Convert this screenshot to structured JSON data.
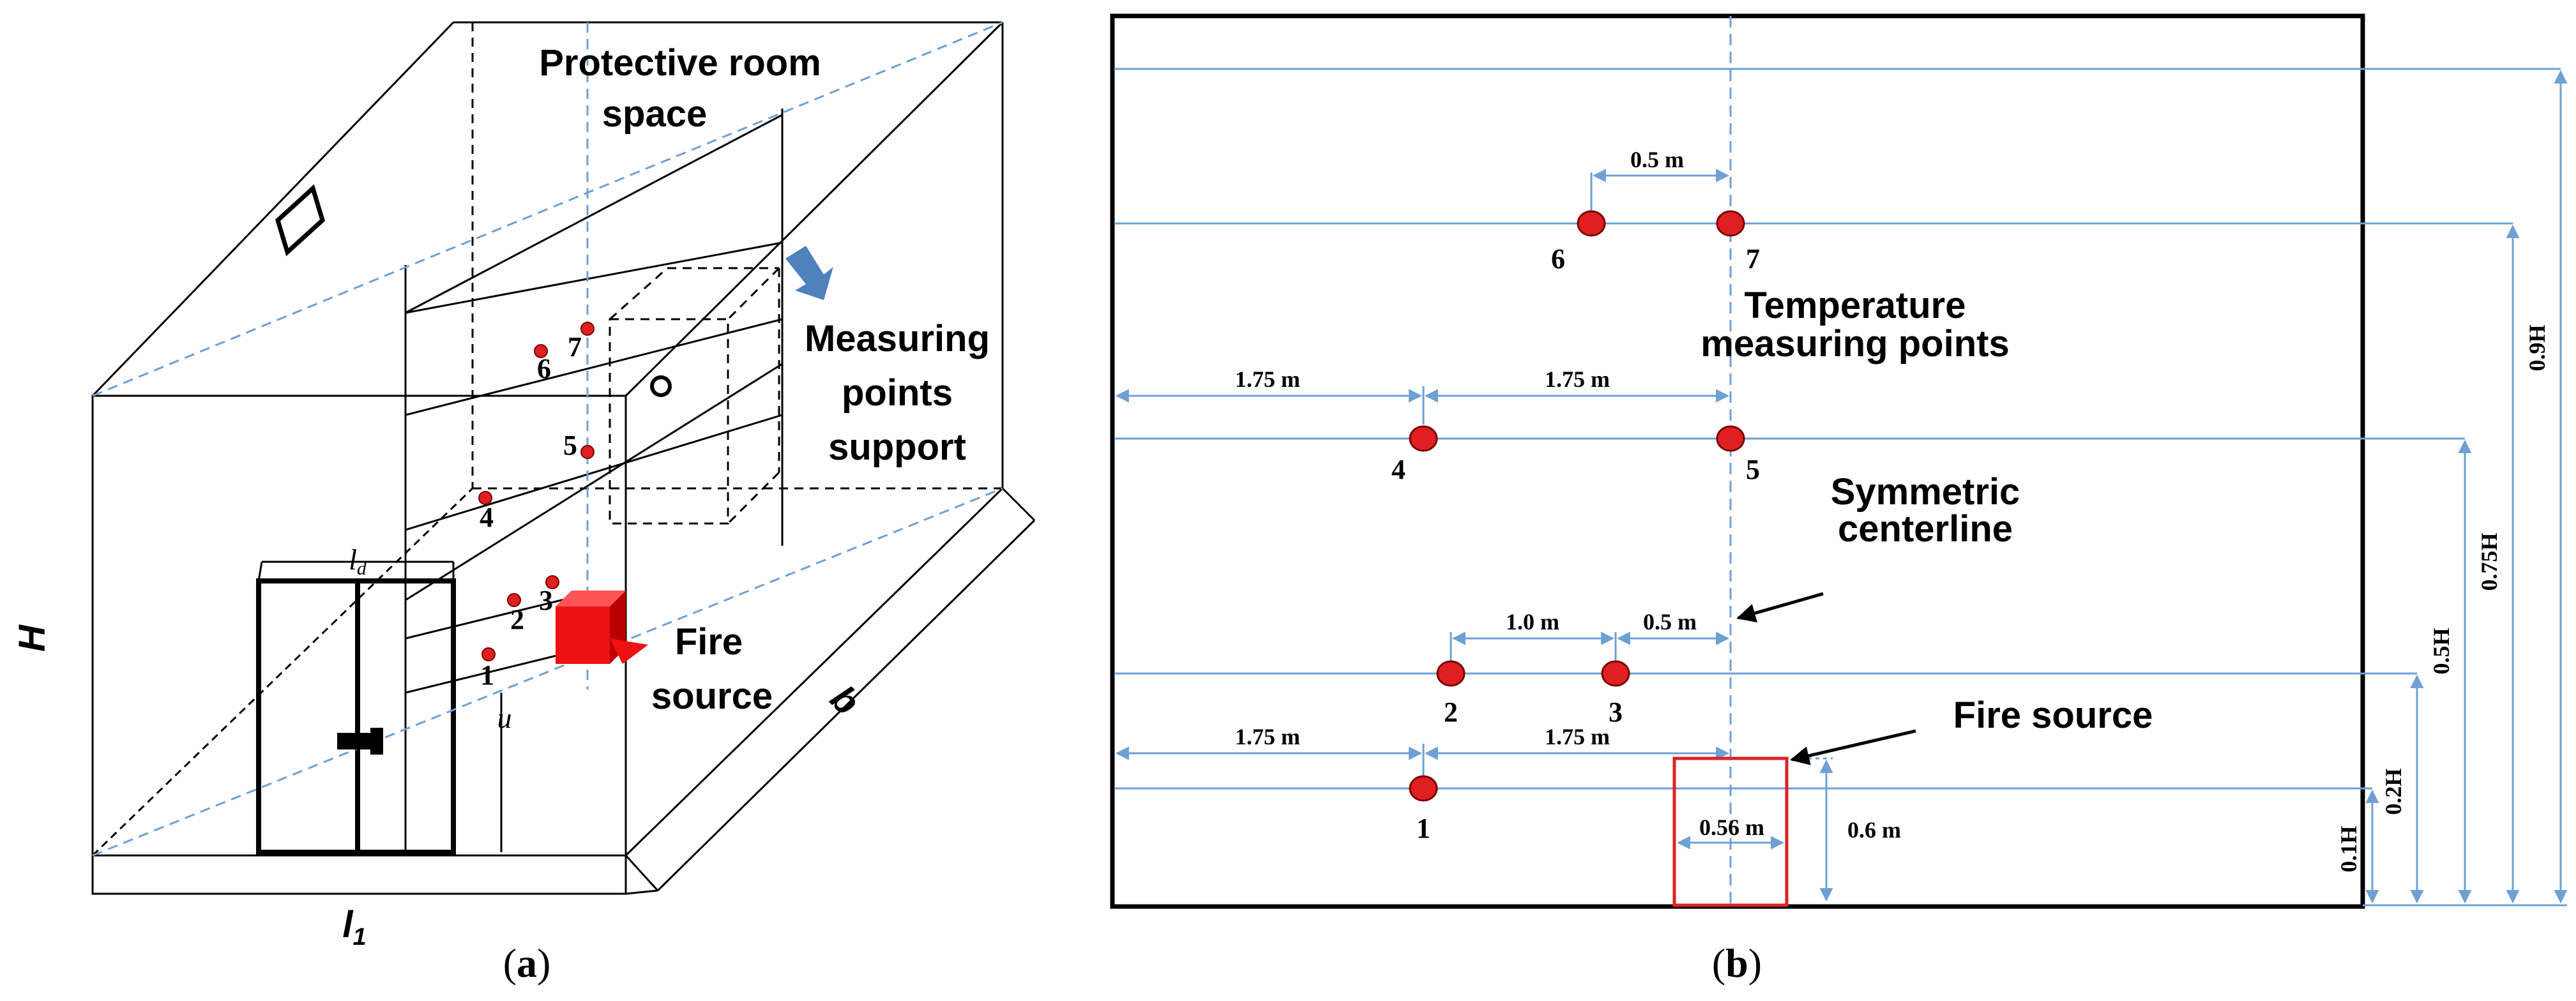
{
  "panel_a": {
    "caption_open": "(",
    "caption_letter": "a",
    "caption_close": ")",
    "label_room": "Protective room",
    "label_space": "space",
    "label_measuring": "Measuring",
    "label_points": "points",
    "label_support": "support",
    "label_fire": "Fire",
    "label_source": "source",
    "label_H": "H",
    "label_l1": "l",
    "label_l1_sub": "1",
    "label_ld": "l",
    "label_ld_sub": "d",
    "label_b": "b",
    "label_u": "u",
    "points": [
      "1",
      "2",
      "3",
      "4",
      "5",
      "6",
      "7"
    ]
  },
  "panel_b": {
    "caption_open": "(",
    "caption_letter": "b",
    "caption_close": ")",
    "label_temp_line1": "Temperature",
    "label_temp_line2": "measuring points",
    "label_sym_line1": "Symmetric",
    "label_sym_line2": "centerline",
    "label_fire_source": "Fire source",
    "points": [
      "1",
      "2",
      "3",
      "4",
      "5",
      "6",
      "7"
    ],
    "dims": {
      "d_67": "0.5 m",
      "d_4_left": "1.75 m",
      "d_4_5": "1.75 m",
      "d_2_3": "1.0 m",
      "d_3_c": "0.5 m",
      "d_1_left": "1.75 m",
      "d_1_c": "1.75 m",
      "d_fire_w": "0.56 m",
      "d_fire_h": "0.6 m"
    },
    "heights": [
      "0.9H",
      "0.75H",
      "0.5H",
      "0.2H",
      "0.1H"
    ]
  },
  "colors": {
    "line": "#000000",
    "guide_blue": "#6fa0d4",
    "point_red": "#e02020",
    "fire_red": "#ee1111",
    "arrow_blue": "#4f81bd",
    "box_red": "#dd2222"
  }
}
